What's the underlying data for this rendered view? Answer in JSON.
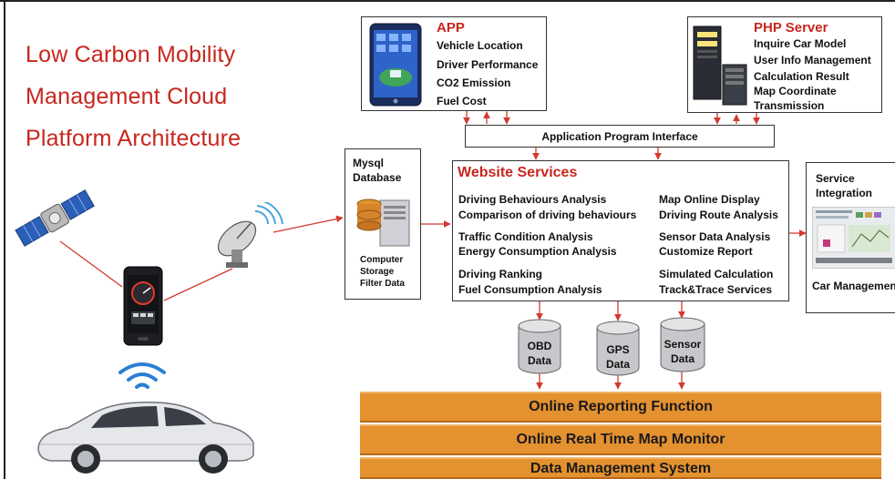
{
  "title": {
    "line1": "Low Carbon Mobility",
    "line2": "Management Cloud",
    "line3": "Platform Architecture"
  },
  "app": {
    "title": "APP",
    "items": [
      "Vehicle Location",
      "Driver Performance",
      "CO2 Emission",
      "Fuel Cost"
    ]
  },
  "php": {
    "title": "PHP Server",
    "items": [
      "Inquire Car Model",
      "User Info Management",
      "Calculation Result",
      "Map Coordinate",
      "Transmission"
    ]
  },
  "api": {
    "label": "Application Program Interface"
  },
  "mysql": {
    "title_line1": "Mysql",
    "title_line2": "Database",
    "caption_line1": "Computer",
    "caption_line2": "Storage",
    "caption_line3": "Filter Data"
  },
  "website": {
    "title": "Website Services",
    "left_items": [
      "Driving Behaviours Analysis",
      "Comparison of driving behaviours",
      "Traffic Condition Analysis",
      "Energy Consumption Analysis",
      "Driving Ranking",
      "Fuel Consumption Analysis"
    ],
    "right_items": [
      "Map Online Display",
      "Driving Route Analysis",
      "Sensor Data Analysis",
      "Customize Report",
      "Simulated Calculation",
      "Track&Trace Services"
    ]
  },
  "service": {
    "title_line1": "Service",
    "title_line2": "Integration",
    "caption": "Car Managemen"
  },
  "data_stores": [
    {
      "line1": "OBD",
      "line2": "Data"
    },
    {
      "line1": "GPS",
      "line2": "Data"
    },
    {
      "line1": "Sensor",
      "line2": "Data"
    }
  ],
  "bars": [
    "Online Reporting Function",
    "Online Real Time Map Monitor",
    "Data Management System"
  ],
  "colors": {
    "accent_red": "#c8261e",
    "bar_orange": "#e4912f",
    "arrow_red": "#d23a2f"
  },
  "icons": [
    "satellite-icon",
    "smartphone-icon",
    "wifi-icon",
    "car-icon",
    "satellite-dish-icon",
    "database-server-icon",
    "tablet-icon",
    "server-rack-icon",
    "dashboard-screenshot-icon"
  ]
}
